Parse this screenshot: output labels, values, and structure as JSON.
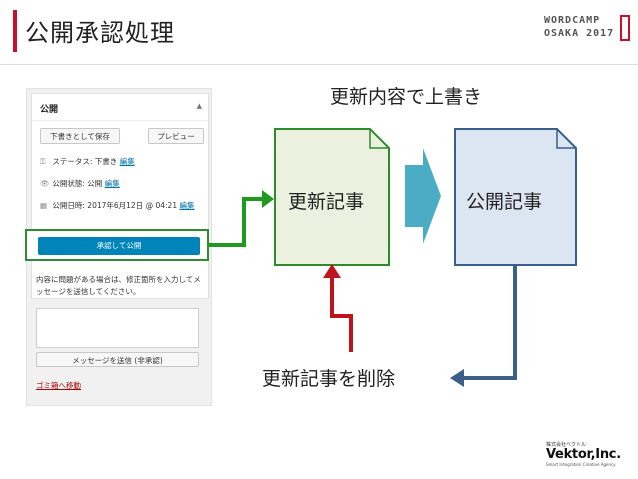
{
  "header": {
    "title": "公開承認処理",
    "wordcamp_logo_lines": [
      "WORDCAMP",
      "OSAKA 2017"
    ]
  },
  "wp_panel": {
    "box_title": "公開",
    "save_draft_label": "下書きとして保存",
    "preview_label": "プレビュー",
    "status_label": "ステータス: 下書き",
    "status_edit": "編集",
    "visibility_label": "公開状態: 公開",
    "visibility_edit": "編集",
    "date_label": "公開日時: 2017年6月12日 @ 04:21",
    "date_edit": "編集",
    "approve_button": "承認して公開",
    "message_text": "内容に問題がある場合は、修正箇所を入力してメッセージを送信してください。",
    "send_button": "メッセージを送信 (非承認)",
    "trash_link": "ゴミ箱へ移動"
  },
  "diagram": {
    "overwrite_label": "更新内容で上書き",
    "update_doc_label": "更新記事",
    "public_doc_label": "公開記事",
    "delete_label": "更新記事を削除",
    "colors": {
      "update_doc_fill": "#ebf1de",
      "update_doc_stroke": "#2e8b2e",
      "public_doc_fill": "#dce6f2",
      "public_doc_stroke": "#3a5f8a",
      "green_arrow": "#1e9a1e",
      "red_arrow": "#c0141c",
      "blue_arrow": "#3c5f88",
      "teal_arrow": "#4bacc6"
    }
  },
  "footer": {
    "vektor_small": "株式会社ベクトル",
    "vektor_name": "Vektor,Inc.",
    "vektor_tag": "Smart Integration Creative Agency"
  }
}
